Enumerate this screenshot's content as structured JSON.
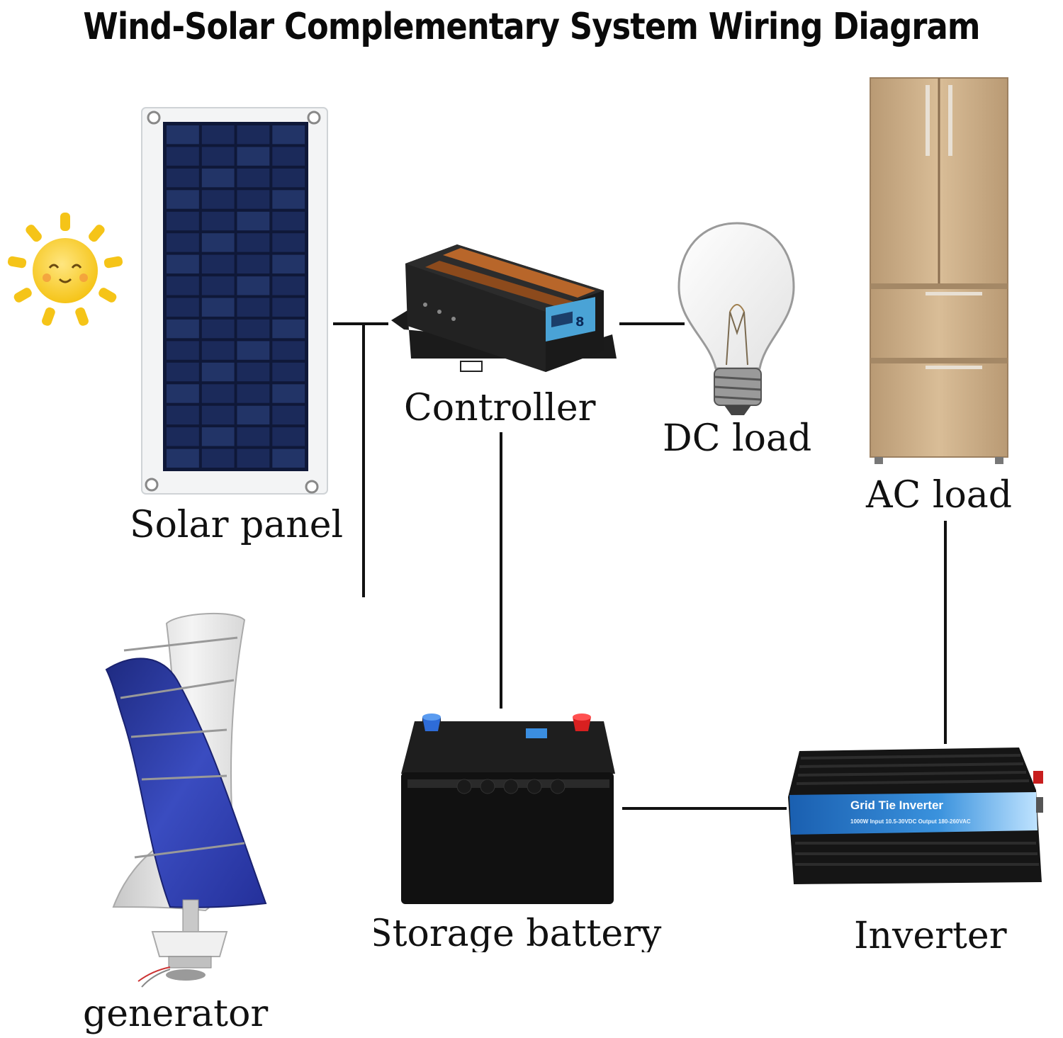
{
  "title": "Wind-Solar Complementary System Wiring Diagram",
  "components": {
    "solar_panel": {
      "label": "Solar panel",
      "icon": "solar-panel-icon"
    },
    "controller": {
      "label": "Controller",
      "icon": "charge-controller-icon"
    },
    "dc_load": {
      "label": "DC load",
      "icon": "light-bulb-icon"
    },
    "ac_load": {
      "label": "AC load",
      "icon": "refrigerator-icon"
    },
    "generator": {
      "label": "generator",
      "icon": "wind-turbine-icon"
    },
    "battery": {
      "label": "Storage battery",
      "icon": "battery-icon"
    },
    "inverter": {
      "label": "Inverter",
      "icon": "inverter-icon",
      "brand_text": "Grid Tie Inverter",
      "spec_text": "1000W Input 10.5-30VDC Output 180-260VAC"
    }
  },
  "decor": {
    "sun_icon": "sun-icon"
  },
  "colors": {
    "panel_cell": "#1b2a5a",
    "turbine_blade": "#2e3fa0",
    "fridge": "#c8aa84",
    "controller_accent": "#b8662a",
    "inverter_band": "#2c78c8"
  }
}
